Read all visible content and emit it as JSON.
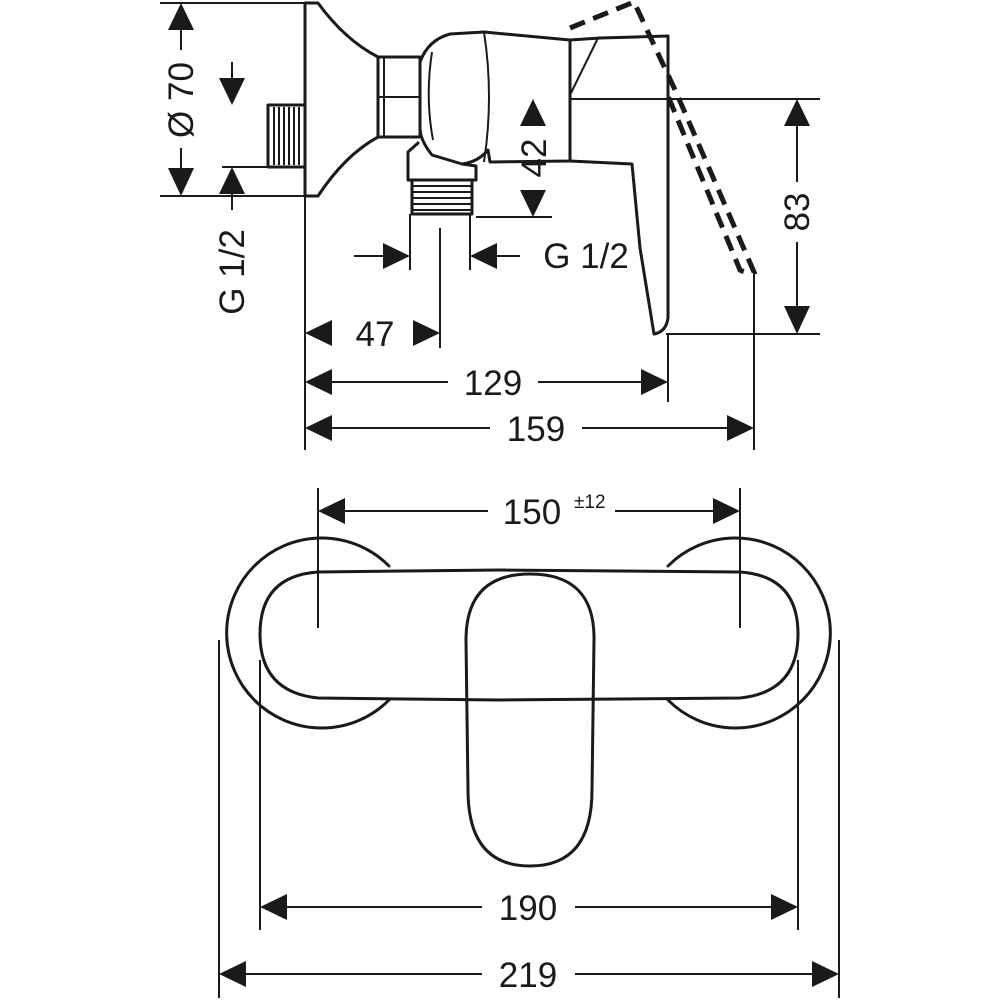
{
  "side_view": {
    "dim_diameter": "Ø 70",
    "dim_thread_left": "G 1/2",
    "dim_thread_right": "G 1/2",
    "dim_42": "42",
    "dim_83": "83",
    "dim_47": "47",
    "dim_129": "129",
    "dim_159": "159"
  },
  "front_view": {
    "dim_150": "150",
    "dim_150_tolerance": "±12",
    "dim_190": "190",
    "dim_219": "219"
  }
}
